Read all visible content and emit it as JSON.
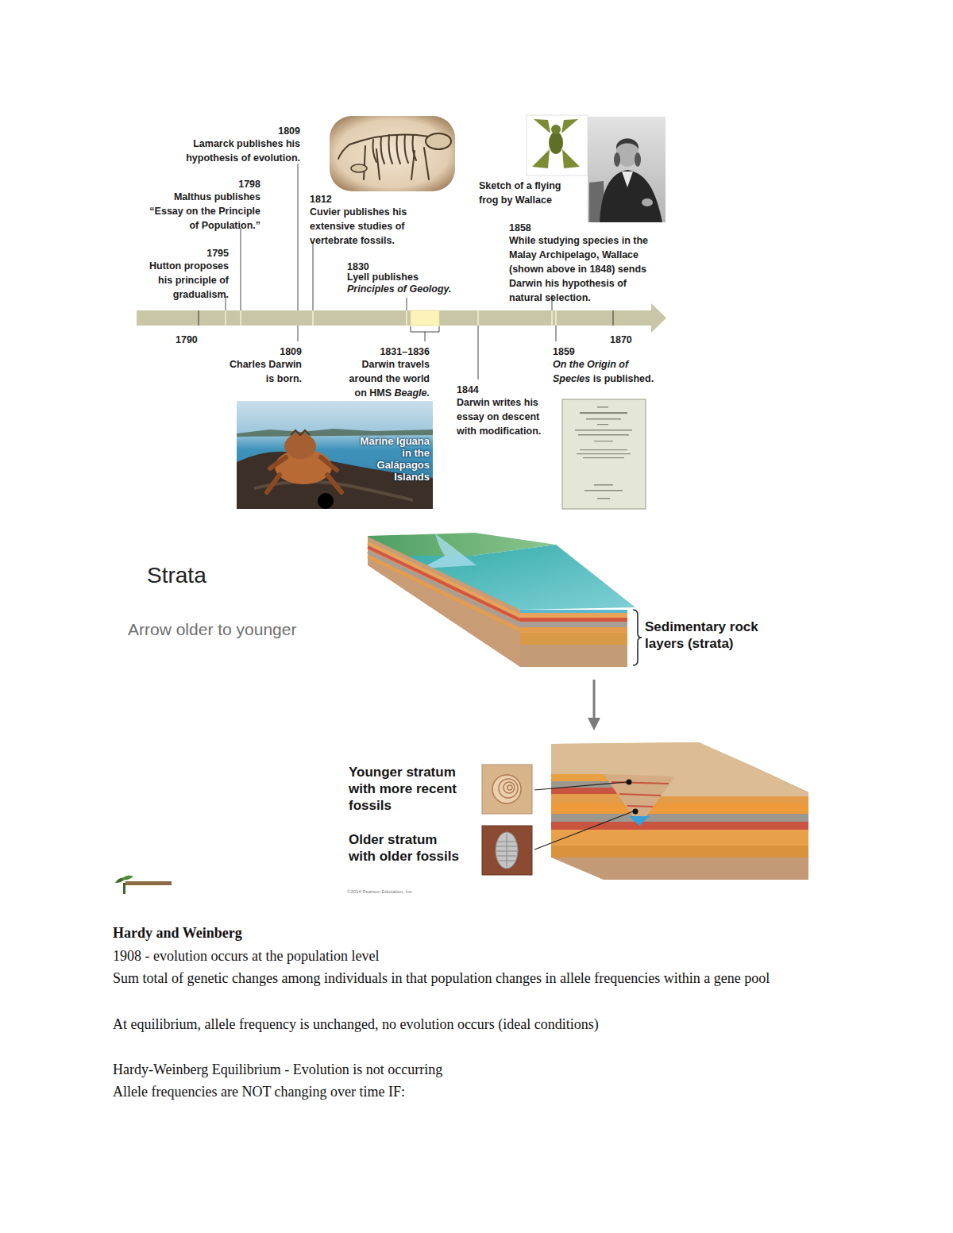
{
  "diagram": {
    "nodes": [
      {
        "text": [
          "Marine Iguana in the Galápagos Islands"
        ]
      }
    ],
    "labels": [
      "1809",
      "Lamarck publishes his hypothesis of evolution.",
      "1798",
      "Malthus publishes “Essay on the Principle of Population.”",
      "1795",
      "Hutton proposes his principle of gradualism.",
      "1812",
      "Cuvier publishes his extensive studies of vertebrate fossils.",
      "1830",
      "Lyell publishes",
      "Principles of Geology.",
      "Sketch of a flying frog by Wallace",
      "1858",
      "While studying species in the Malay Archipelago, Wallace (shown above in 1848) sends Darwin his hypothesis of natural selection.",
      "1790",
      "1870",
      "1809",
      "Charles Darwin is born.",
      "1831–1836",
      "Darwin travels around the world on HMS",
      "Beagle.",
      "1844",
      "Darwin writes his essay on descent with modification.",
      "1859",
      "On the Origin of Species",
      "is published.",
      "Strata",
      "Arrow older to younger",
      "Sedimentary rock layers (strata)",
      "Younger stratum with more recent fossils",
      "Older stratum with older fossils",
      "©2014 Pearson Education, Inc.",
      "Hardy and Weinberg",
      "1908 - evolution occurs at the population level",
      "Sum total of genetic changes among individuals in that population changes in allele frequencies within a gene pool",
      "At equilibrium, allele frequency is unchanged, no evolution occurs (ideal conditions)",
      "Hardy-Weinberg Equilibrium - Evolution is not occurring",
      "Allele frequencies are NOT changing over time IF:"
    ]
  }
}
